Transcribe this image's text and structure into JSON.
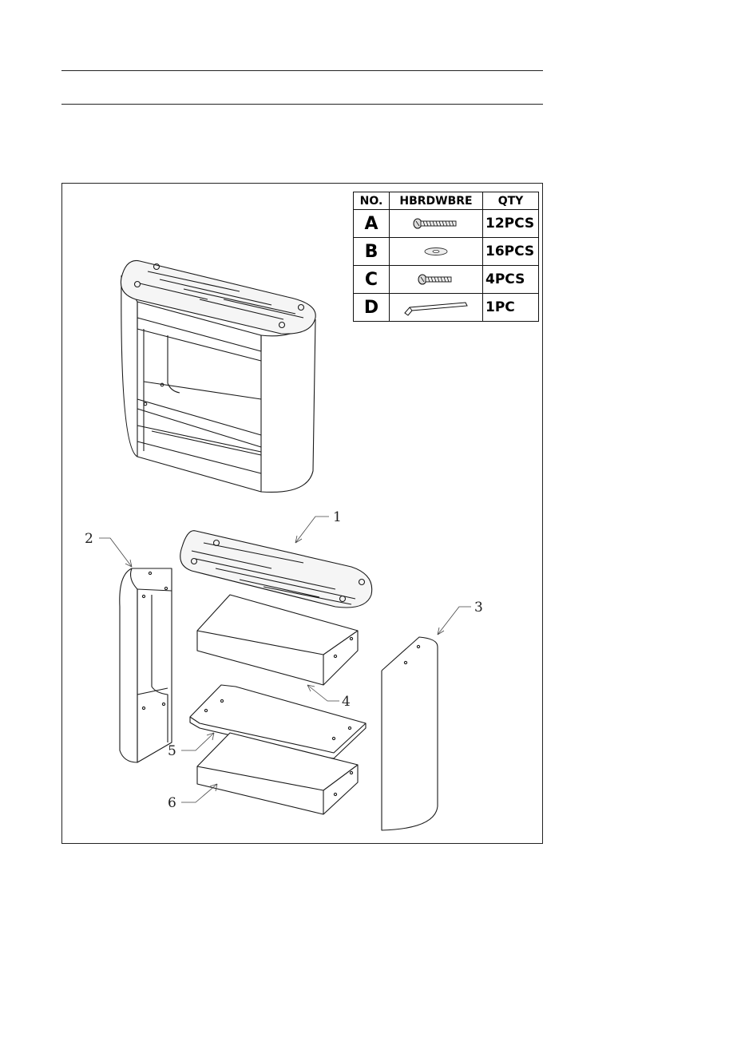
{
  "table": {
    "headers": {
      "no": "NO.",
      "hardware": "HBRDWBRE",
      "qty": "QTY"
    },
    "rows": [
      {
        "no": "A",
        "item": "screw-icon",
        "qty": "12PCS"
      },
      {
        "no": "B",
        "item": "washer-icon",
        "qty": "16PCS"
      },
      {
        "no": "C",
        "item": "screw-icon",
        "qty": "4PCS"
      },
      {
        "no": "D",
        "item": "allen-key-icon",
        "qty": "1PC"
      }
    ]
  },
  "callouts": {
    "part1": "1",
    "part2": "2",
    "part3": "3",
    "part4": "4",
    "part5": "5",
    "part6": "6"
  }
}
